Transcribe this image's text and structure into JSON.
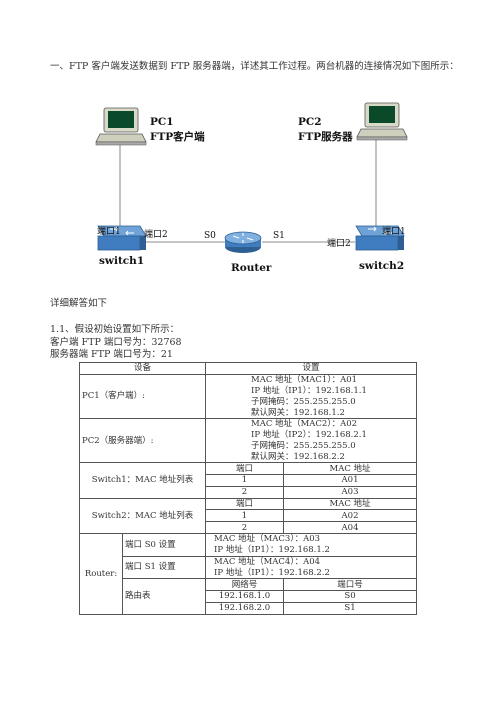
{
  "question": "一、FTP 客户端发送数据到 FTP 服务器端，详述其工作过程。两台机器的连接情况如下图所示：",
  "diagram": {
    "pc1_name": "PC1",
    "pc1_role": "FTP客户端",
    "pc2_name": "PC2",
    "pc2_role": "FTP服务器",
    "sw1_port1": "端口1",
    "sw1_port2": "端口2",
    "sw1_name": "switch1",
    "router_s0": "S0",
    "router_s1": "S1",
    "router_name": "Router",
    "sw2_port2": "端口2",
    "sw2_port1": "端口1",
    "sw2_name": "switch2"
  },
  "answer_intro": "详细解答如下",
  "section_title": "1.1、假设初始设置如下所示：",
  "client_port": "客户端 FTP 端口号为：32768",
  "server_port": "服务器端 FTP 端口号为：21",
  "table": {
    "header_device": "设备",
    "header_setting": "设置",
    "pc1_label": "PC1（客户端）:",
    "pc1_lines": [
      "MAC 地址（MAC1）：A01",
      "IP 地址（IP1）：192.168.1.1",
      "子网掩码：255.255.255.0",
      "默认网关：192.168.1.2"
    ],
    "pc2_label": "PC2（服务器端）:",
    "pc2_lines": [
      "MAC 地址（MAC2）：A02",
      "IP 地址（IP2）：192.168.2.1",
      "子网掩码：255.255.255.0",
      "默认网关：192.168.2.2"
    ],
    "sw1_label": "Switch1：MAC 地址列表",
    "sw2_label": "Switch2：MAC 地址列表",
    "port_header": "端口",
    "mac_header": "MAC 地址",
    "sw1_rows": [
      [
        "1",
        "A01"
      ],
      [
        "2",
        "A03"
      ]
    ],
    "sw2_rows": [
      [
        "1",
        "A02"
      ],
      [
        "2",
        "A04"
      ]
    ],
    "router_label": "Router:",
    "s0_label": "端口 S0 设置",
    "s0_lines": [
      "MAC 地址（MAC3）：A03",
      "IP 地址（IP1）：192.168.1.2"
    ],
    "s1_label": "端口 S1 设置",
    "s1_lines": [
      "MAC 地址（MAC4）：A04",
      "IP 地址（IP1）：192.168.2.2"
    ],
    "route_label": "路由表",
    "net_header": "网络号",
    "port_no_header": "端口号",
    "route_rows": [
      [
        "192.168.1.0",
        "S0"
      ],
      [
        "192.168.2.0",
        "S1"
      ]
    ]
  }
}
